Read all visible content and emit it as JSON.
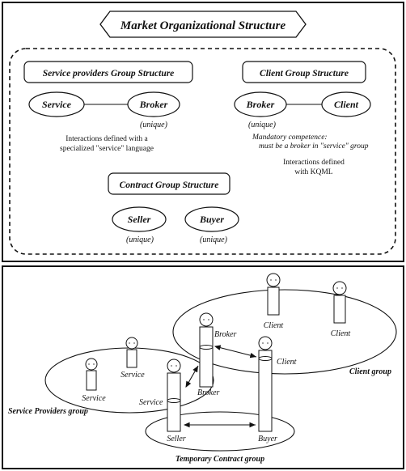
{
  "top": {
    "title": "Market Organizational Structure",
    "service_group": {
      "title": "Service providers Group Structure",
      "role_a": "Service",
      "role_b": "Broker",
      "role_b_note": "(unique)",
      "note_line1": "Interactions defined with a",
      "note_line2": "specialized \"service\" language"
    },
    "client_group": {
      "title": "Client Group Structure",
      "role_a": "Broker",
      "role_b": "Client",
      "role_a_note": "(unique)",
      "competence_line1": "Mandatory competence:",
      "competence_line2": "must be a broker in \"service\" group",
      "kqml_line1": "Interactions defined",
      "kqml_line2": "with KQML"
    },
    "contract_group": {
      "title": "Contract Group Structure",
      "role_a": "Seller",
      "role_b": "Buyer",
      "role_a_note": "(unique)",
      "role_b_note": "(unique)"
    }
  },
  "bottom": {
    "client_group_label": "Client group",
    "service_group_label": "Service Providers group",
    "contract_group_label": "Temporary Contract group",
    "agents": {
      "client1": "Client",
      "client2": "Client",
      "client3": "Client",
      "broker1": "Broker",
      "broker2": "Broker",
      "service1": "Service",
      "service2": "Service",
      "service3": "Service",
      "seller": "Seller",
      "buyer": "Buyer"
    }
  }
}
